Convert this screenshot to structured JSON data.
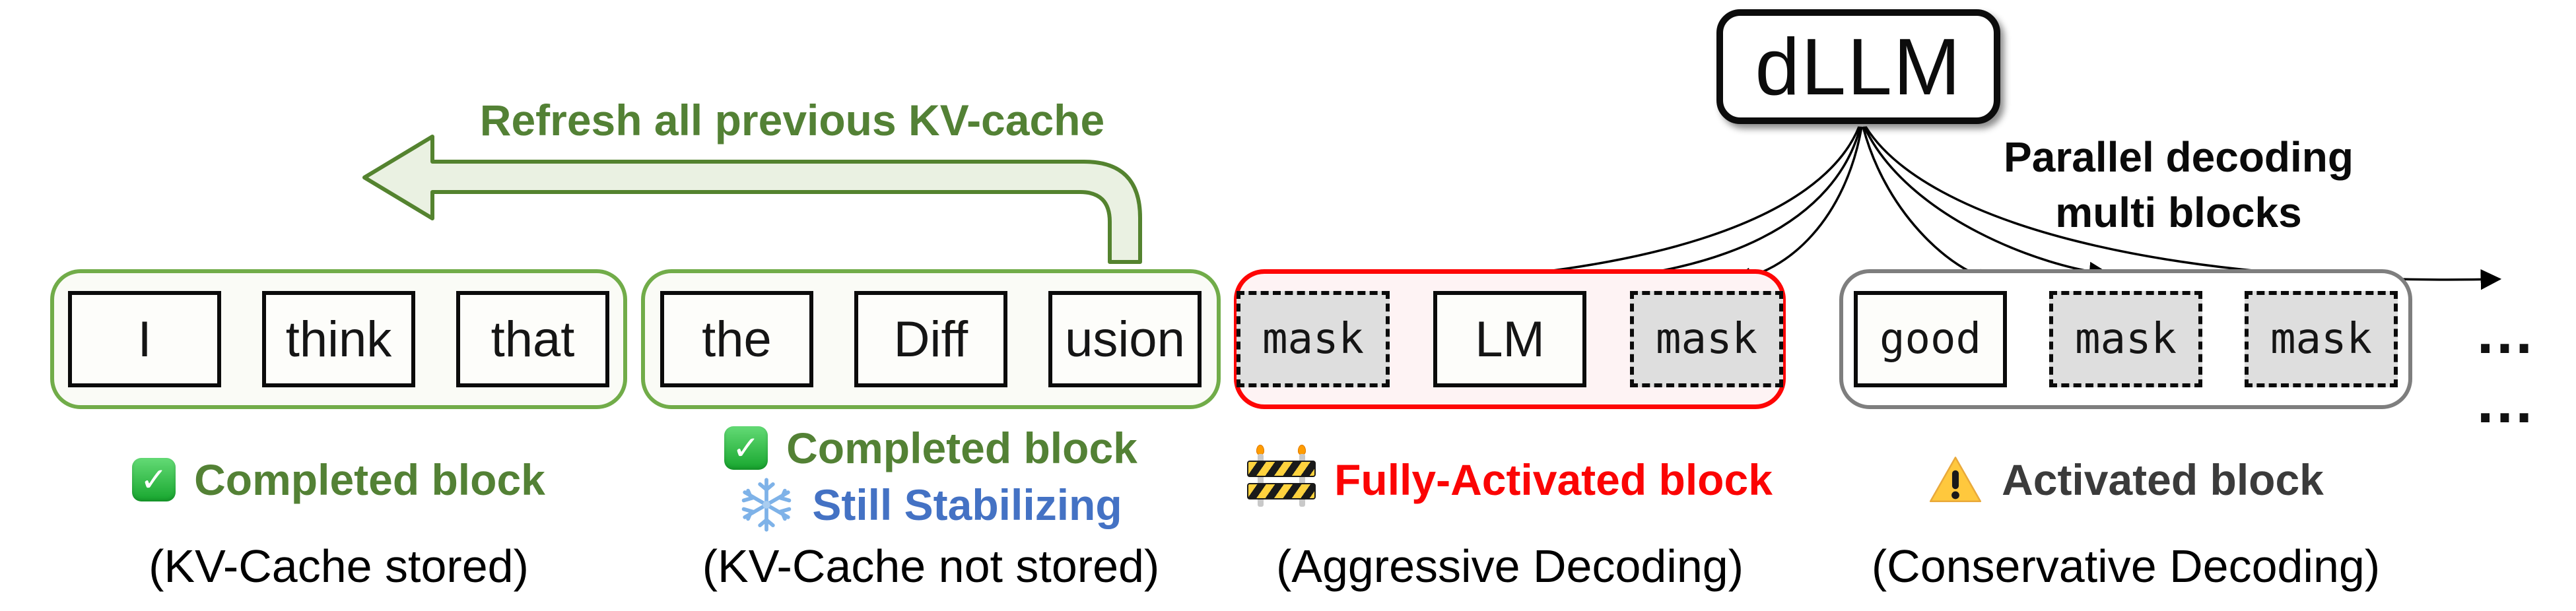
{
  "model_box": {
    "label": "dLLM"
  },
  "annotations": {
    "refresh_arrow_label": "Refresh all previous KV-cache",
    "parallel_label_line1": "Parallel decoding",
    "parallel_label_line2": "multi blocks",
    "ellipsis": "… …"
  },
  "icons": {
    "check": "✓",
    "warning_exclamation": "!"
  },
  "colors": {
    "green_text": "#538135",
    "blue_text": "#4472C4",
    "red_text": "#FB0404",
    "gray_text": "#3B3B3B",
    "green_block_border": "#71AC49",
    "green_block_bg": "#FAFBF6",
    "red_block_border": "#FE0505",
    "red_block_bg": "#FEF3F4",
    "gray_block_border": "#7E7E7E",
    "gray_block_bg": "#FFFFFF",
    "mask_token_bg": "#DEDEDE",
    "token_bg": "#FDFDFA",
    "refresh_arrow_fill": "#EAF1E2",
    "refresh_arrow_stroke": "#54832F"
  },
  "blocks": [
    {
      "name": "completed-block-stored",
      "style": "green",
      "tokens": [
        {
          "text": "I",
          "masked": false
        },
        {
          "text": "think",
          "masked": false
        },
        {
          "text": "that",
          "masked": false
        }
      ],
      "labels": [
        {
          "icon": "check-emoji",
          "text": "Completed block",
          "color": "#538135"
        }
      ],
      "caption": "(KV-Cache stored)"
    },
    {
      "name": "completed-block-stabilizing",
      "style": "green",
      "tokens": [
        {
          "text": "the",
          "masked": false
        },
        {
          "text": "Diff",
          "masked": false
        },
        {
          "text": "usion",
          "masked": false
        }
      ],
      "labels": [
        {
          "icon": "check-emoji",
          "text": "Completed block",
          "color": "#538135"
        },
        {
          "icon": "snowflake-emoji",
          "text": "Still Stabilizing",
          "color": "#4472C4"
        }
      ],
      "caption": "(KV-Cache not stored)"
    },
    {
      "name": "fully-activated-block",
      "style": "red",
      "tokens": [
        {
          "text": "mask",
          "masked": true
        },
        {
          "text": "LM",
          "masked": false
        },
        {
          "text": "mask",
          "masked": true
        }
      ],
      "labels": [
        {
          "icon": "construction-emoji",
          "text": "Fully-Activated block",
          "color": "#FB0404"
        }
      ],
      "caption": "(Aggressive Decoding)"
    },
    {
      "name": "activated-block",
      "style": "gray",
      "tokens": [
        {
          "text": "good",
          "masked": false,
          "mono": true
        },
        {
          "text": "mask",
          "masked": true
        },
        {
          "text": "mask",
          "masked": true
        }
      ],
      "labels": [
        {
          "icon": "warning-emoji",
          "text": "Activated block",
          "color": "#3B3B3B"
        }
      ],
      "caption": "(Conservative Decoding)"
    }
  ]
}
